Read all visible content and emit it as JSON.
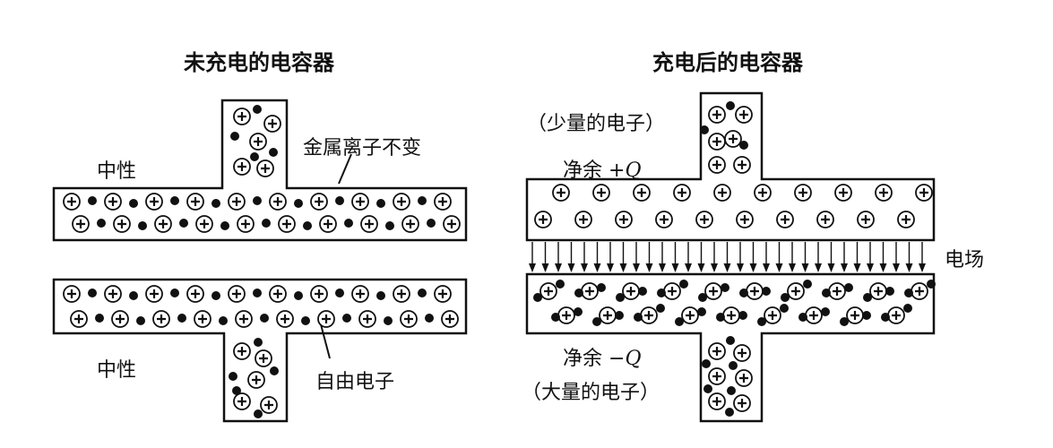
{
  "left": {
    "title": "未充电的电容器",
    "neutral_top": "中性",
    "neutral_bottom": "中性",
    "metal_ions": "金属离子不变",
    "free_electrons": "自由电子"
  },
  "right": {
    "title": "充电后的电容器",
    "few_electrons": "（少量的电子）",
    "net_pos_prefix": "净余 +",
    "net_pos_q": "Q",
    "field": "电场",
    "net_neg_prefix": "净余 −",
    "net_neg_q": "Q",
    "many_electrons": "（大量的电子）"
  },
  "colors": {
    "ink": "#111111",
    "plate_fill": "#ffffff"
  },
  "symbols": {
    "ion": "⊕",
    "electron": "●"
  }
}
